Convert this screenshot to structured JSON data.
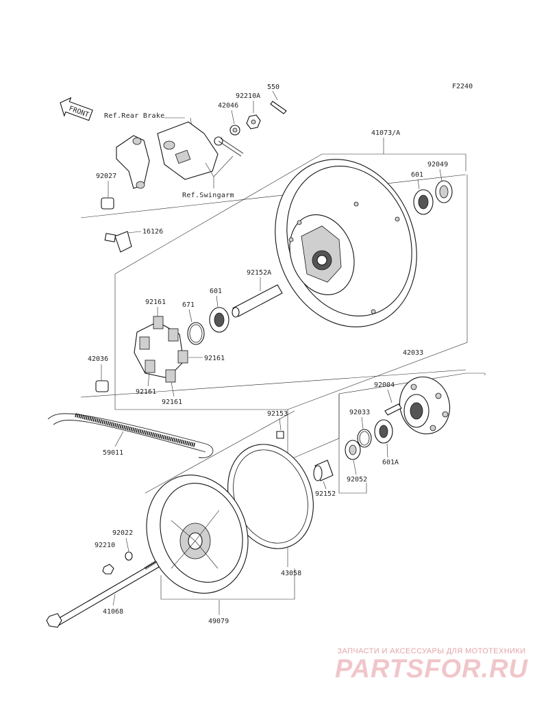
{
  "figure_code": "F2240",
  "front_tag": "FRONT",
  "refs": {
    "rear_brake": "Ref.Rear Brake",
    "swingarm": "Ref.Swingarm"
  },
  "parts": {
    "p550": "550",
    "p92210A": "92210A",
    "p42046": "42046",
    "p41073A": "41073/A",
    "p92027": "92027",
    "p92049": "92049",
    "p601_top": "601",
    "p16126": "16126",
    "p92152A": "92152A",
    "p92161_top": "92161",
    "p671": "671",
    "p601_mid": "601",
    "p42036": "42036",
    "p92161_right": "92161",
    "p92161_left": "92161",
    "p92161_bottom": "92161",
    "p42033": "42033",
    "p92004": "92004",
    "p92153": "92153",
    "p92033": "92033",
    "p59011": "59011",
    "p601A": "601A",
    "p92052": "92052",
    "p92152": "92152",
    "p92022": "92022",
    "p92210": "92210",
    "p43058": "43058",
    "p41068": "41068",
    "p49079": "49079"
  },
  "watermark": {
    "line1": "ЗАПЧАСТИ И АКСЕССУАРЫ ДЛЯ МОТОТЕХНИКИ",
    "line2": "PARTSFOR.RU"
  }
}
